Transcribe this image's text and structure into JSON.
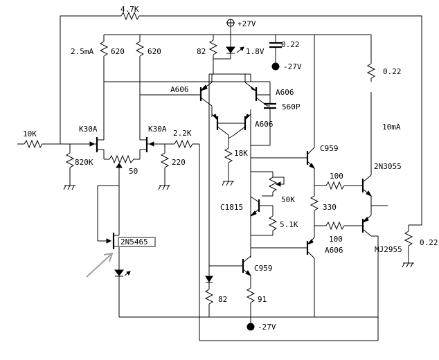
{
  "labels": {
    "r_feedback": "4.7K",
    "supply_pos": "+27V",
    "supply_neg_top": "-27V",
    "supply_neg_bottom": "-27V",
    "c_supply": "0.22",
    "current_25ma": "2.5mA",
    "r620_left": "620",
    "r620_right": "620",
    "r82_top": "82",
    "led_voltage": "1.8V",
    "q_a606_left": "A606",
    "q_a606_right": "A606",
    "q_a606_lower": "A606",
    "c_560p": "560P",
    "r_emitter_top": "0.22",
    "current_10ma": "10mA",
    "r_input": "10K",
    "r_820k": "820K",
    "q_k30a_left": "K30A",
    "q_k30a_right": "K30A",
    "r_22k": "2.2K",
    "r_220": "220",
    "pot_50": "50",
    "r_18k": "18K",
    "q_c959_top": "C959",
    "q_2n3055": "2N3055",
    "r_100_top": "100",
    "pot_50k": "50K",
    "q_c1815": "C1815",
    "r_330": "330",
    "r_51k": "5.1K",
    "r_100_bottom": "100",
    "q_a606_output": "A606",
    "q_mj2955": "MJ2955",
    "r_emitter_bottom": "0.22",
    "q_2n5465": "2N5465",
    "q_c959_bottom": "C959",
    "r_82_bottom": "82",
    "r_91": "91"
  }
}
